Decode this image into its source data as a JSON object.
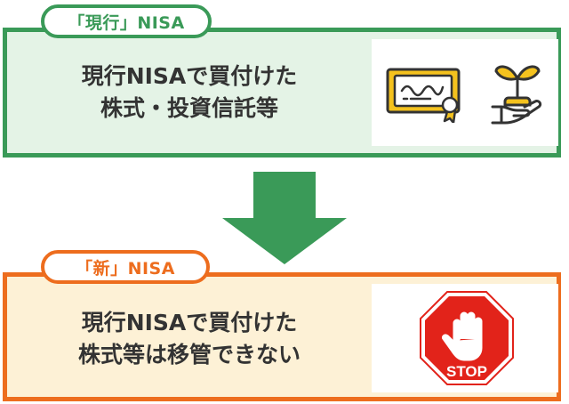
{
  "current": {
    "tag": "「現行」NISA",
    "line1": "現行NISAで買付けた",
    "line2": "株式・投資信託等",
    "icons": [
      "certificate-icon",
      "plant-in-hand-icon"
    ]
  },
  "new": {
    "tag": "「新」NISA",
    "line1": "現行NISAで買付けた",
    "line2": "株式等は移管できない",
    "stop_text": "STOP",
    "icons": [
      "stop-hand-sign-icon"
    ]
  },
  "colors": {
    "green": "#3a9a58",
    "green_bg": "#e4f3e6",
    "orange": "#ed6d1e",
    "orange_bg": "#fdf1d6",
    "stop_red": "#e2231a",
    "icon_yellow": "#f4c21e"
  }
}
